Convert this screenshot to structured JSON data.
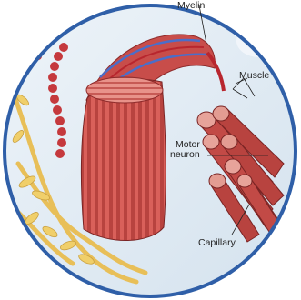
{
  "labels": {
    "myelin": "Myelin",
    "muscle": "Muscle",
    "motor_line1": "Motor",
    "motor_line2": "neuron",
    "capillary": "Capillary"
  },
  "colors": {
    "ring": "#2f5fa8",
    "background": "#dfeaf4",
    "muscle": "#c9514d",
    "muscle_light": "#e7a39a",
    "nerve_yellow": "#e9c25a",
    "capillary_red": "#b8262e",
    "vein_blue": "#4a6ec9"
  }
}
